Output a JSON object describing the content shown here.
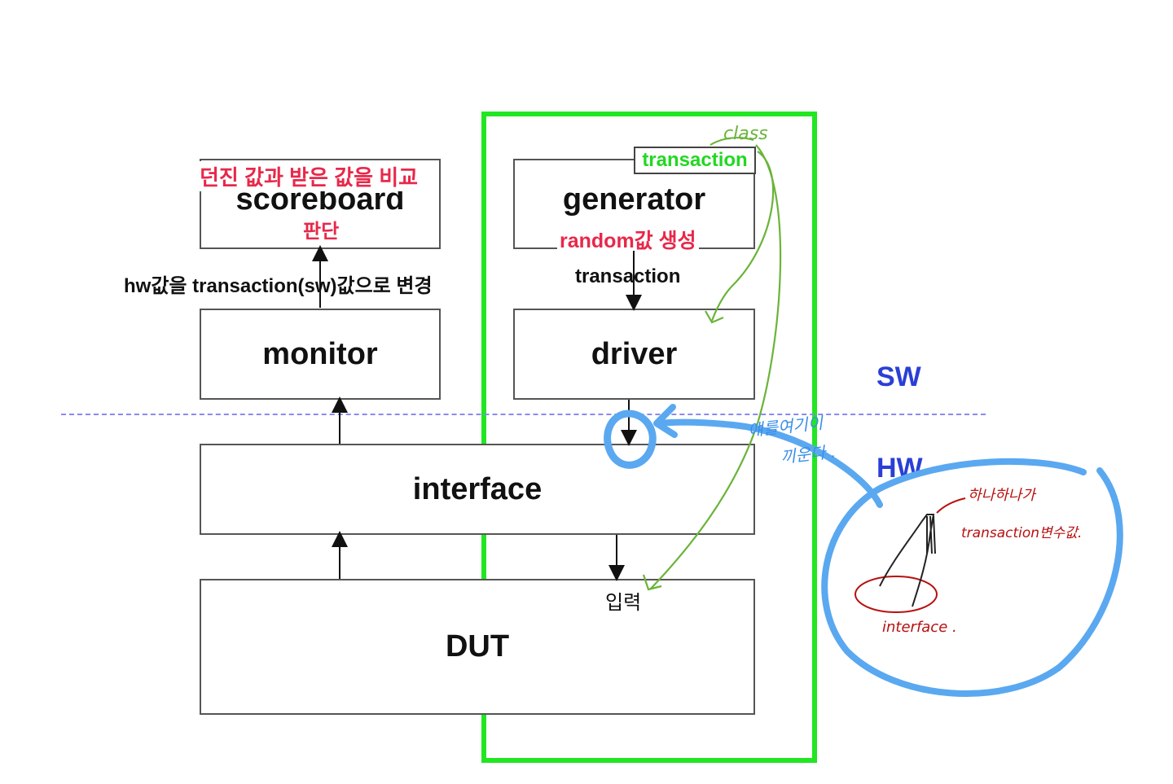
{
  "diagram": {
    "boxes": {
      "scoreboard": "scoreboard",
      "generator": "generator",
      "monitor": "monitor",
      "driver": "driver",
      "interface": "interface",
      "dut": "DUT"
    },
    "annotations": {
      "scoreboard_top": "던진 값과 받은 값을 비교",
      "scoreboard_bottom": "판단",
      "generator_bottom": "random값 생성",
      "transaction_tag": "transaction",
      "monitor_to_scoreboard": "hw값을 transaction(sw)값으로 변경",
      "generator_to_driver": "transaction",
      "dut_input": "입력"
    },
    "layers": {
      "sw": "SW",
      "hw": "HW"
    },
    "handwritten": {
      "class_note": "class",
      "blue_note_line1": "얘를여기이",
      "blue_note_line2": "끼운다 .",
      "red_note_line1": "하나하나가",
      "red_note_line2": "transaction변수값.",
      "red_note_interface": "interface ."
    },
    "colors": {
      "green": "#22e622",
      "red": "#e8284a",
      "blue_layer": "#2a3fd6",
      "blue_hand": "#5aa8f0",
      "dark_red_hand": "#b81010",
      "light_green_hand": "#6ab43a"
    }
  }
}
